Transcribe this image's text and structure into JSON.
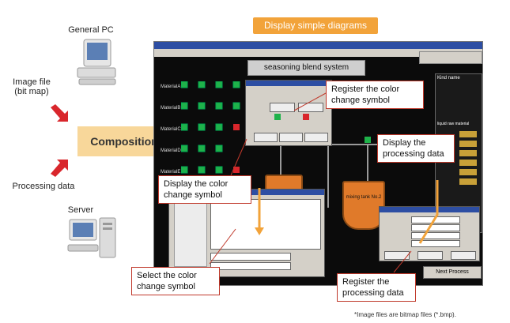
{
  "header": {
    "title": "Display simple diagrams"
  },
  "inputs": {
    "general_pc": "General PC",
    "image_file": "Image file\n(bit map)",
    "processing_data": "Processing data",
    "server": "Server"
  },
  "composition": "Composition",
  "screenshot": {
    "banner": "seasoning blend system",
    "tank_label": "mixing tank No.2",
    "next_button": "Next Process",
    "kind_name": "Kind name",
    "liquid_line": "liquid raw material",
    "materials": [
      "MaterialA",
      "MaterialB",
      "MaterialC",
      "MaterialD",
      "MaterialE"
    ]
  },
  "callouts": {
    "register_color": "Register the color\nchange symbol",
    "display_processing": "Display the\nprocessing data",
    "display_color": "Display the color\nchange symbol",
    "select_color": "Select the color\nchange symbol",
    "register_processing": "Register the\nprocessing data"
  },
  "footnote": "*Image files are bitmap files (*.bmp).",
  "colors": {
    "accent": "#f2a33a",
    "composition_bg": "#f8d79a",
    "arrow_red": "#d9262c",
    "callout_border": "#c0392b"
  }
}
